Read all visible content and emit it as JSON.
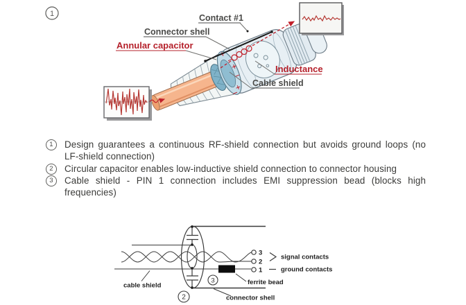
{
  "top_figure": {
    "marker_number": "1",
    "labels": {
      "contact": "Contact #1",
      "connector_shell": "Connector shell",
      "annular_capacitor": "Annular capacitor",
      "inductance": "Inductance",
      "cable_shield": "Cable shield"
    }
  },
  "notes": {
    "items": [
      {
        "number": "1",
        "text": "Design guarantees a continuous RF-shield connection but avoids ground loops (no LF-shield connection)"
      },
      {
        "number": "2",
        "text": "Circular capacitor enables low-inductive shield connection to connector housing"
      },
      {
        "number": "3",
        "text": "Cable shield - PIN 1 connection includes EMI suppression bead (blocks high frequencies)"
      }
    ]
  },
  "bottom_figure": {
    "contacts": [
      "3",
      "2",
      "1"
    ],
    "labels": {
      "signal_contacts": "signal contacts",
      "ground_contacts": "ground contacts",
      "ferrite_bead": "ferrite bead",
      "connector_shell": "connector shell",
      "cable_shield": "cable shield"
    },
    "marker_2": "2",
    "marker_3": "3"
  },
  "colors": {
    "label_red": "#b5212b",
    "label_gray": "#4a4a48",
    "waveform_red": "#b63a35",
    "cable_orange": "#f6b58d",
    "shell_blue": "#e7eff4",
    "ring_blue": "#c3dde9",
    "braid_blue": "#7fb2c8",
    "diagram_line": "#3a3a3a"
  }
}
